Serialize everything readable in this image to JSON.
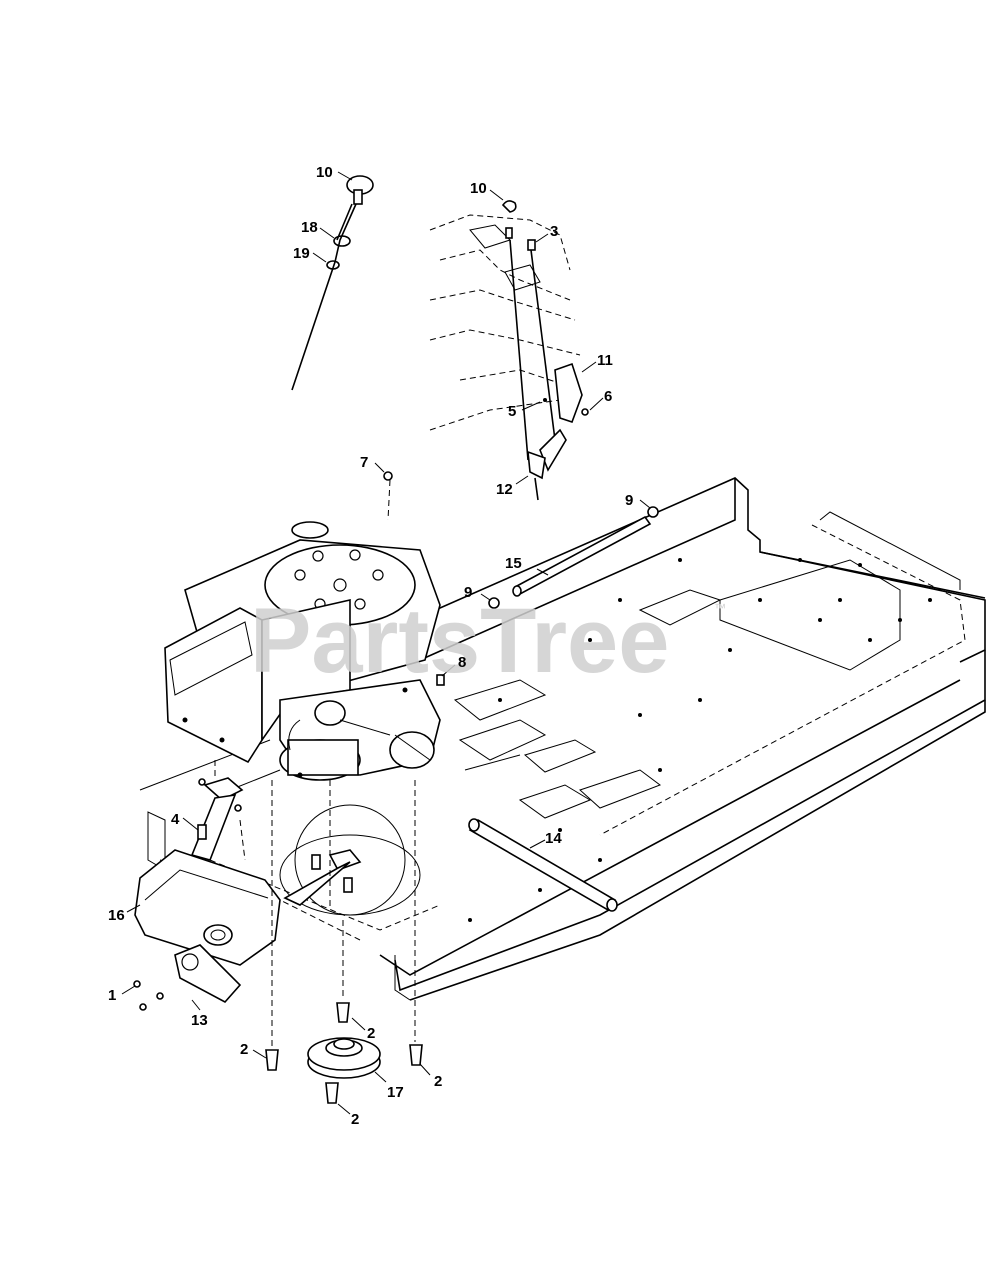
{
  "watermark": {
    "text": "PartsTree",
    "trademark": "™"
  },
  "callouts": [
    {
      "id": "c10a",
      "text": "10"
    },
    {
      "id": "c18",
      "text": "18"
    },
    {
      "id": "c19",
      "text": "19"
    },
    {
      "id": "c10b",
      "text": "10"
    },
    {
      "id": "c3",
      "text": "3"
    },
    {
      "id": "c11",
      "text": "11"
    },
    {
      "id": "c5",
      "text": "5"
    },
    {
      "id": "c6",
      "text": "6"
    },
    {
      "id": "c12",
      "text": "12"
    },
    {
      "id": "c7",
      "text": "7"
    },
    {
      "id": "c9a",
      "text": "9"
    },
    {
      "id": "c15",
      "text": "15"
    },
    {
      "id": "c9b",
      "text": "9"
    },
    {
      "id": "c8",
      "text": "8"
    },
    {
      "id": "c4",
      "text": "4"
    },
    {
      "id": "c14",
      "text": "14"
    },
    {
      "id": "c16",
      "text": "16"
    },
    {
      "id": "c1",
      "text": "1"
    },
    {
      "id": "c13",
      "text": "13"
    },
    {
      "id": "c2a",
      "text": "2"
    },
    {
      "id": "c2b",
      "text": "2"
    },
    {
      "id": "c17",
      "text": "17"
    },
    {
      "id": "c2c",
      "text": "2"
    },
    {
      "id": "c2d",
      "text": "2"
    }
  ]
}
